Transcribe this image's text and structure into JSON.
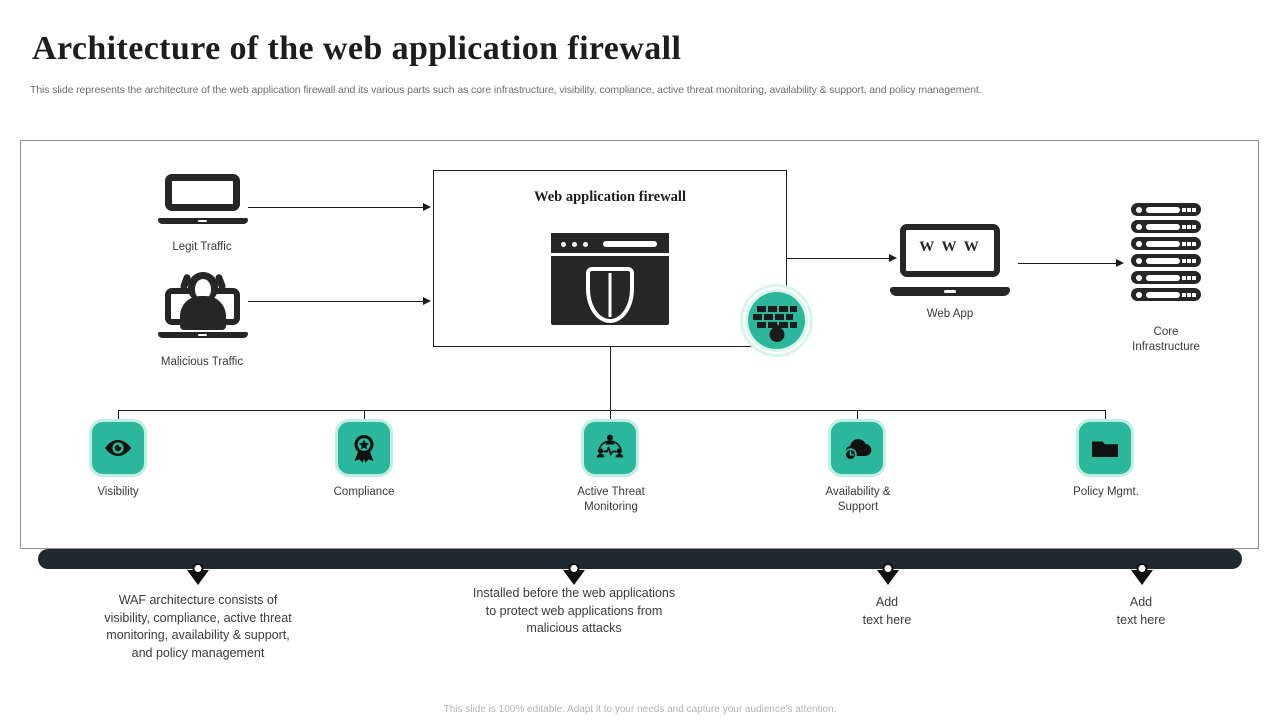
{
  "header": {
    "title": "Architecture of the web application firewall",
    "subtitle": "This slide represents the architecture of the web application firewall and its various parts such as core infrastructure, visibility, compliance, active threat monitoring, availability & support, and policy management."
  },
  "diagram": {
    "waf_box_title": "Web application  firewall",
    "sources": [
      {
        "label": "Legit Traffic",
        "icon": "laptop-icon"
      },
      {
        "label": "Malicious Traffic",
        "icon": "hacker-laptop-icon"
      }
    ],
    "destinations": [
      {
        "label": "Web App",
        "icon": "www-laptop-icon"
      },
      {
        "label": "Core\nInfrastructure",
        "icon": "server-stack-icon"
      }
    ],
    "badge": {
      "name": "firewall-badge-icon"
    },
    "features": [
      {
        "label": "Visibility",
        "icon": "eye-icon"
      },
      {
        "label": "Compliance",
        "icon": "award-ribbon-icon"
      },
      {
        "label": "Active Threat\nMonitoring",
        "icon": "network-monitoring-icon"
      },
      {
        "label": "Availability &\nSupport",
        "icon": "cloud-clock-icon"
      },
      {
        "label": "Policy Mgmt.",
        "icon": "folder-icon"
      }
    ]
  },
  "callouts": [
    {
      "text": "WAF architecture consists of\nvisibility,  compliance, active threat\nmonitoring, availability  & support,\nand policy management"
    },
    {
      "text": "Installed  before the web applications\nto protect web applications from\nmalicious attacks"
    },
    {
      "text": "Add\ntext here"
    },
    {
      "text": "Add\ntext here"
    }
  ],
  "footer": {
    "note": "This slide is 100% editable. Adapt it to your needs and capture your audience's attention."
  },
  "colors": {
    "accent_teal": "#2BB79B",
    "accent_teal_light": "#bfeee2",
    "dark_bar": "#1e2a30",
    "ink": "#1b1b1b"
  }
}
